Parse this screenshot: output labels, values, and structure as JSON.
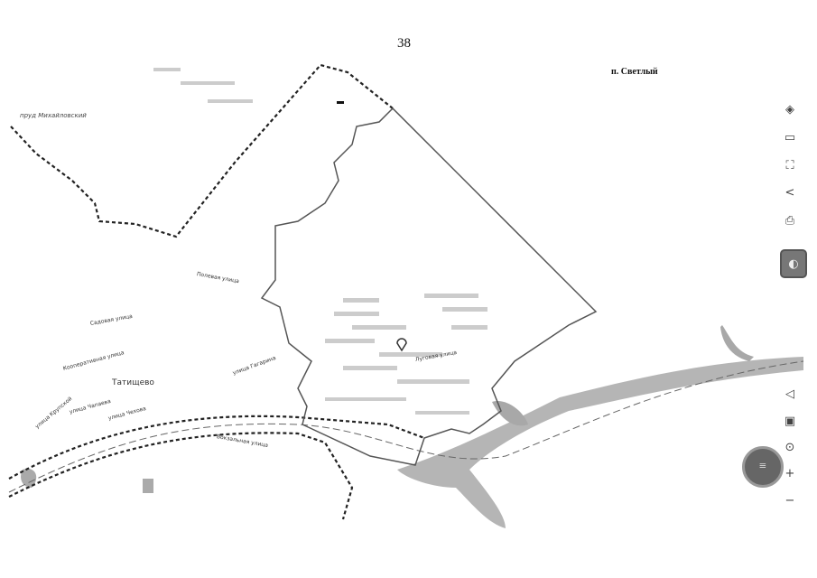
{
  "page": {
    "number": "38"
  },
  "map": {
    "settlement_label": "п. Светлый",
    "pond_label": "пруд Михайловский",
    "town_label": "Татищево",
    "streets": [
      "улица Крупской",
      "улица Чапаева",
      "улица Чехова",
      "Кооперативная улица",
      "Садовая улица",
      "Полевая улица",
      "Вокзальная улица",
      "улица Гагарина",
      "Луговая улица"
    ]
  },
  "toolbar": {
    "icons": [
      "layers-icon",
      "ruler-icon",
      "screenshot-search-icon",
      "share-icon",
      "print-icon",
      "panorama-icon",
      "navigate-icon",
      "map-frame-icon",
      "search-location-icon",
      "zoom-in-icon",
      "zoom-out-icon"
    ],
    "zoom_in": "+",
    "zoom_out": "−",
    "menu": "≡"
  },
  "colors": {
    "water": "#a8a8a8",
    "boundary": "#555555",
    "dashed": "#222222"
  }
}
